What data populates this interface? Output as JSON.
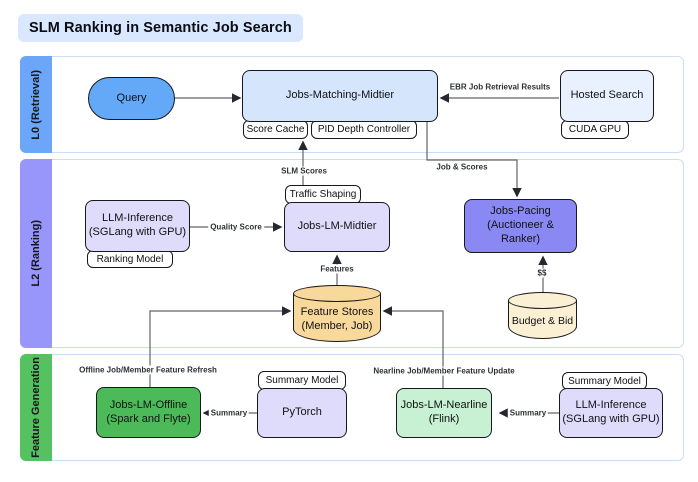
{
  "title": "SLM Ranking in Semantic Job Search",
  "lanes": [
    {
      "label": "L0 (Retrieval)"
    },
    {
      "label": "L2 (Ranking)"
    },
    {
      "label": "Feature Generation"
    }
  ],
  "nodes": {
    "query": {
      "label": "Query"
    },
    "jobs_matching": {
      "label": "Jobs-Matching-Midtier"
    },
    "score_cache": {
      "label": "Score Cache"
    },
    "pid_depth_controller": {
      "label": "PID Depth Controller"
    },
    "hosted_search": {
      "label": "Hosted Search"
    },
    "cuda_gpu": {
      "label": "CUDA GPU"
    },
    "llm_inference_ranking": {
      "line1": "LLM-Inference",
      "line2": "(SGLang with GPU)"
    },
    "ranking_model": {
      "label": "Ranking Model"
    },
    "traffic_shaping": {
      "label": "Traffic Shaping"
    },
    "jobs_lm_midtier": {
      "label": "Jobs-LM-Midtier"
    },
    "jobs_pacing": {
      "line1": "Jobs-Pacing",
      "line2": "(Auctioneer & Ranker)"
    },
    "feature_stores": {
      "line1": "Feature Stores",
      "line2": "(Member, Job)"
    },
    "budget_bid": {
      "label": "Budget & Bid"
    },
    "jobs_lm_offline": {
      "line1": "Jobs-LM-Offline",
      "line2": "(Spark and Flyte)"
    },
    "pytorch": {
      "label": "PyTorch"
    },
    "summary_model_left": {
      "label": "Summary Model"
    },
    "jobs_lm_nearline": {
      "line1": "Jobs-LM-Nearline",
      "line2": "(Flink)"
    },
    "llm_inference_feature": {
      "line1": "LLM-Inference",
      "line2": "(SGLang with GPU)"
    },
    "summary_model_right": {
      "label": "Summary Model"
    }
  },
  "edges": {
    "ebr_results": "EBR Job Retrieval Results",
    "slm_scores": "SLM Scores",
    "job_and_scores": "Job & Scores",
    "quality_score": "Quality Score",
    "features": "Features",
    "dollars": "$$",
    "offline_refresh": "Offline Job/Member Feature Refresh",
    "nearline_update": "Nearline Job/Member Feature Update",
    "summary_left": "Summary",
    "summary_right": "Summary"
  },
  "colors": {
    "lane_l0": "#6BA6F8",
    "lane_l2": "#9896FA",
    "lane_feature_generation": "#56C15F",
    "title_bg": "#D9E8FF",
    "query_fill": "#64A8F8",
    "jobs_matching_fill": "#D5E5FC",
    "hosted_search_fill": "#E9F1FE",
    "lavender_box_fill": "#DEDCFA",
    "jobs_pacing_fill": "#8A88F3",
    "feature_stores_fill": "#F9D89B",
    "budget_bid_fill": "#FBF0D3",
    "jobs_lm_offline_fill": "#4DBA5A",
    "jobs_lm_nearline_fill": "#C7F1D2",
    "connector_line": "#61656B"
  }
}
